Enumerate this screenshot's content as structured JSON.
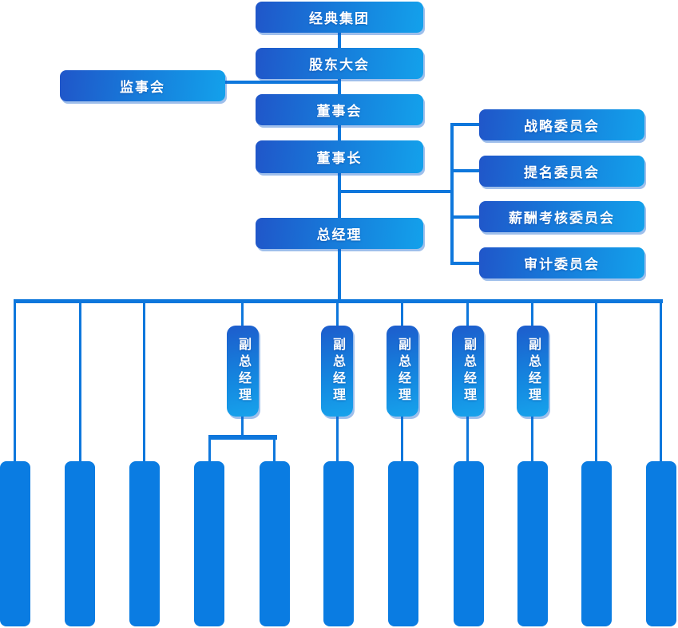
{
  "nodes": {
    "group": "经典集团",
    "shareholders": "股东大会",
    "supervisory": "监事会",
    "board": "董事会",
    "chairman": "董事长",
    "general_manager": "总经理",
    "committees": [
      {
        "label": "战略委员会"
      },
      {
        "label": "提名委员会"
      },
      {
        "label": "薪酬考核委员会"
      },
      {
        "label": "审计委员会"
      }
    ],
    "deputies": [
      {
        "label": "副总经理"
      },
      {
        "label": "副总经理"
      },
      {
        "label": "副总经理"
      },
      {
        "label": "副总经理"
      },
      {
        "label": "副总经理"
      }
    ],
    "department_boxes": "11 unlabeled department boxes"
  },
  "colors": {
    "box_gradient_start": "#2056c9",
    "box_gradient_end": "#13a1eb",
    "connector": "#0e77dc",
    "department_box": "#0a7ce2",
    "text": "#ffffff",
    "background": "#ffffff"
  }
}
